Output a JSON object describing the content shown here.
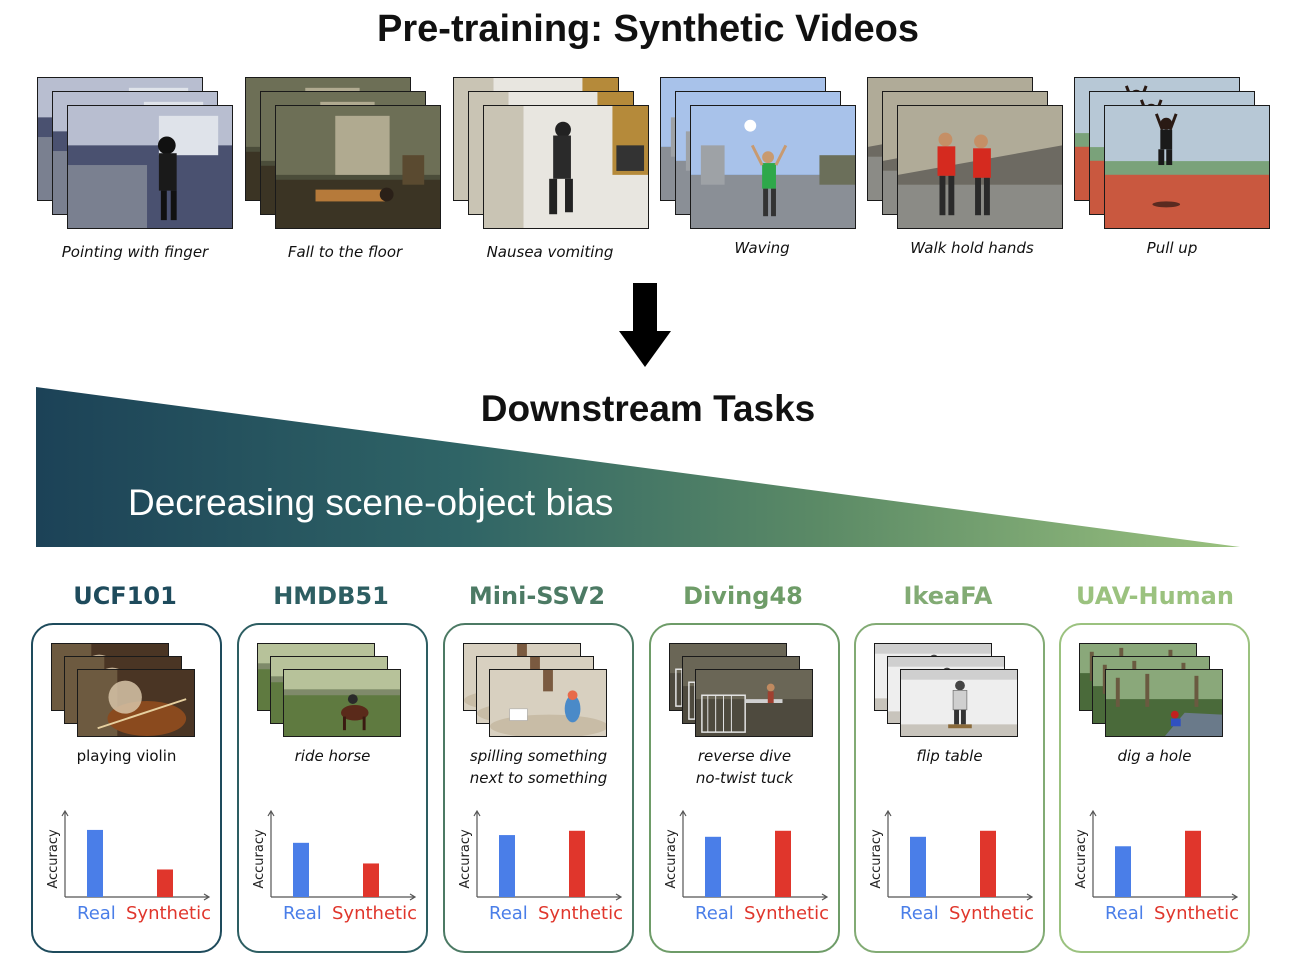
{
  "pretraining": {
    "title": "Pre-training: Synthetic Videos",
    "clips": [
      {
        "caption": "Pointing with finger",
        "scene": "indoor-room"
      },
      {
        "caption": "Fall to the floor",
        "scene": "indoor-office"
      },
      {
        "caption": "Nausea vomiting",
        "scene": "indoor-white"
      },
      {
        "caption": "Waving",
        "scene": "outdoor-sky"
      },
      {
        "caption": "Walk hold hands",
        "scene": "outdoor-street"
      },
      {
        "caption": "Pull up",
        "scene": "outdoor-track"
      }
    ]
  },
  "arrow_icon": "down-arrow-icon",
  "downstream": {
    "title": "Downstream Tasks",
    "bias_label": "Decreasing scene-object bias",
    "gradient_colors": [
      "#1c4257",
      "#2f6466",
      "#5b8a66",
      "#9bc27f"
    ],
    "legend": {
      "real": "Real",
      "synthetic": "Synthetic"
    },
    "axis_label": "Accuracy",
    "datasets": [
      {
        "name": "UCF101",
        "color": "#1e4b5c",
        "task_lines": [
          "playing violin"
        ],
        "italic": false,
        "real": 0.78,
        "synthetic": 0.32
      },
      {
        "name": "HMDB51",
        "color": "#2d5e62",
        "task_lines": [
          "ride horse"
        ],
        "italic": true,
        "real": 0.63,
        "synthetic": 0.39
      },
      {
        "name": "Mini-SSV2",
        "color": "#4c7a64",
        "task_lines": [
          "spilling something",
          "next to something"
        ],
        "italic": true,
        "real": 0.72,
        "synthetic": 0.77
      },
      {
        "name": "Diving48",
        "color": "#6e9c68",
        "task_lines": [
          "reverse dive",
          "no-twist tuck"
        ],
        "italic": true,
        "real": 0.7,
        "synthetic": 0.77
      },
      {
        "name": "IkeaFA",
        "color": "#82ab74",
        "task_lines": [
          "flip table"
        ],
        "italic": true,
        "real": 0.7,
        "synthetic": 0.77
      },
      {
        "name": "UAV-Human",
        "color": "#9bc27f",
        "task_lines": [
          "dig a hole"
        ],
        "italic": true,
        "real": 0.59,
        "synthetic": 0.77
      }
    ]
  },
  "colors": {
    "real": "#4a7ee8",
    "synthetic": "#e0362c"
  }
}
